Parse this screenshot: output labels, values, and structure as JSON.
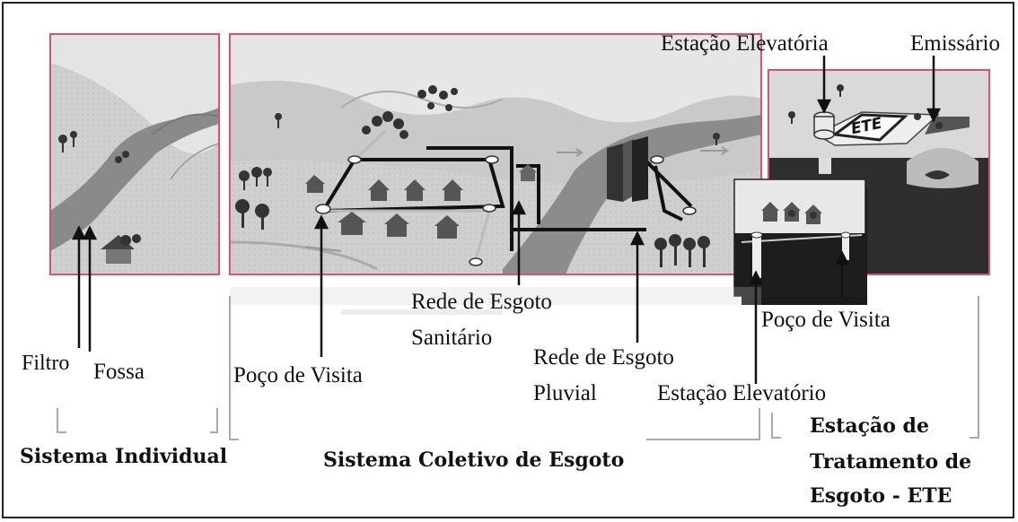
{
  "labels": {
    "estacao_elevatoria_top": "Estação Elevatória",
    "emissario": "Emissário",
    "ete_sign": "ETE",
    "filtro": "Filtro",
    "fossa": "Fossa",
    "poco_visita_left": "Poço de Visita",
    "rede_sanitario_line1": "Rede de Esgoto",
    "rede_sanitario_line2": "Sanitário",
    "rede_pluvial_line1": "Rede de Esgoto",
    "rede_pluvial_line2": "Pluvial",
    "estacao_elevatorio_bottom": "Estação Elevatório",
    "poco_visita_right": "Poço de Visita"
  },
  "sections": {
    "individual": "Sistema Individual",
    "coletivo": "Sistema Coletivo de Esgoto",
    "ete_line1": "Estação de",
    "ete_line2": "Tratamento de",
    "ete_line3": "Esgoto - ETE"
  },
  "colors": {
    "panel_border": "#e0506a",
    "ground_light": "#d8d8d8",
    "ground_mid": "#a8a8a8",
    "ground_dark": "#3a3a3a",
    "pipe": "#111111"
  }
}
